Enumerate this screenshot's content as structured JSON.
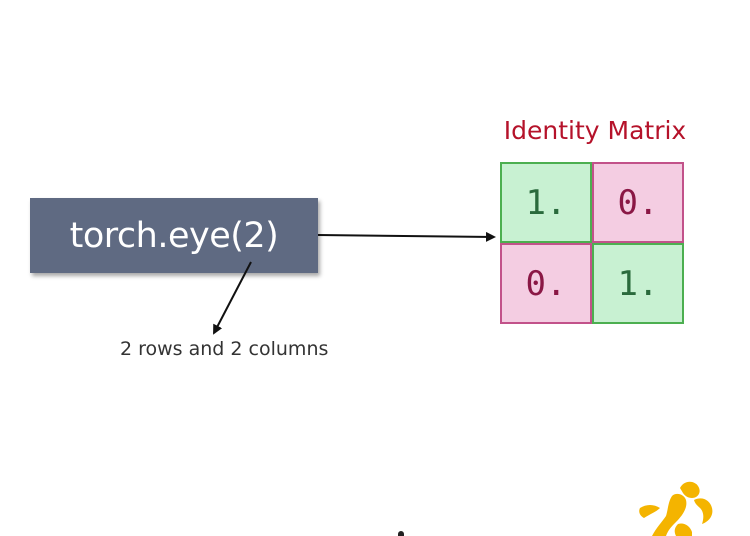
{
  "code_box": {
    "label": "torch.eye(2)"
  },
  "matrix": {
    "title": "Identity Matrix",
    "cells": [
      [
        "1.",
        "0."
      ],
      [
        "0.",
        "1."
      ]
    ]
  },
  "caption": "2 rows and 2 columns",
  "colors": {
    "code_box_bg": "#5f6a82",
    "title": "#b5122a",
    "one_cell_bg": "#c8f1d2",
    "zero_cell_bg": "#f4cde2",
    "logo": "#f4b400"
  },
  "icons": {
    "logo": "yellow-figure-logo-icon"
  }
}
